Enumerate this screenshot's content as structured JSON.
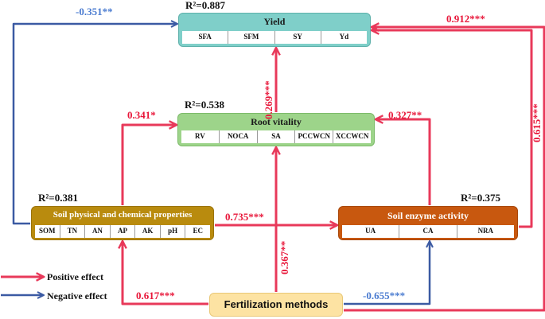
{
  "colors": {
    "positive": "#e8395a",
    "negative": "#3b5aa3",
    "positive_text": "#e8173a",
    "negative_text": "#4a7bd0",
    "yield_fill": "#7fcfc9",
    "root_fill": "#9dd48a",
    "soil_fill": "#b98b0e",
    "enzyme_fill": "#c8580f",
    "fert_fill": "#fde3a3"
  },
  "nodes": {
    "yield": {
      "title": "Yield",
      "r2": "R²=0.887",
      "items": [
        "SFA",
        "SFM",
        "SY",
        "Yd"
      ]
    },
    "root": {
      "title": "Root vitality",
      "r2": "R²=0.538",
      "items": [
        "RV",
        "NOCA",
        "SA",
        "PCCWCN",
        "XCCWCN"
      ]
    },
    "soil": {
      "title": "Soil physical and chemical properties",
      "r2": "R²=0.381",
      "items": [
        "SOM",
        "TN",
        "AN",
        "AP",
        "AK",
        "pH",
        "EC"
      ]
    },
    "enzyme": {
      "title": "Soil enzyme activity",
      "r2": "R²=0.375",
      "items": [
        "UA",
        "CA",
        "NRA"
      ]
    },
    "fert": {
      "title": "Fertilization methods"
    }
  },
  "paths": [
    {
      "from": "soil",
      "to": "yield",
      "coef": "-0.351**",
      "effect": "negative"
    },
    {
      "from": "enzyme",
      "to": "yield",
      "coef": "0.912***",
      "effect": "positive"
    },
    {
      "from": "fert",
      "to": "yield",
      "coef": "0.615***",
      "effect": "positive"
    },
    {
      "from": "root",
      "to": "yield",
      "coef": "0.269***",
      "effect": "positive"
    },
    {
      "from": "soil",
      "to": "root",
      "coef": "0.341*",
      "effect": "positive"
    },
    {
      "from": "enzyme",
      "to": "root",
      "coef": "0.327**",
      "effect": "positive"
    },
    {
      "from": "soil",
      "to": "enzyme",
      "coef": "0.735***",
      "effect": "positive"
    },
    {
      "from": "fert",
      "to": "root",
      "coef": "0.367**",
      "effect": "positive"
    },
    {
      "from": "fert",
      "to": "soil",
      "coef": "0.617***",
      "effect": "positive"
    },
    {
      "from": "fert",
      "to": "enzyme",
      "coef": "-0.655***",
      "effect": "negative"
    }
  ],
  "legend": [
    {
      "label": "Positive effect",
      "effect": "positive"
    },
    {
      "label": "Negative effect",
      "effect": "negative"
    }
  ]
}
